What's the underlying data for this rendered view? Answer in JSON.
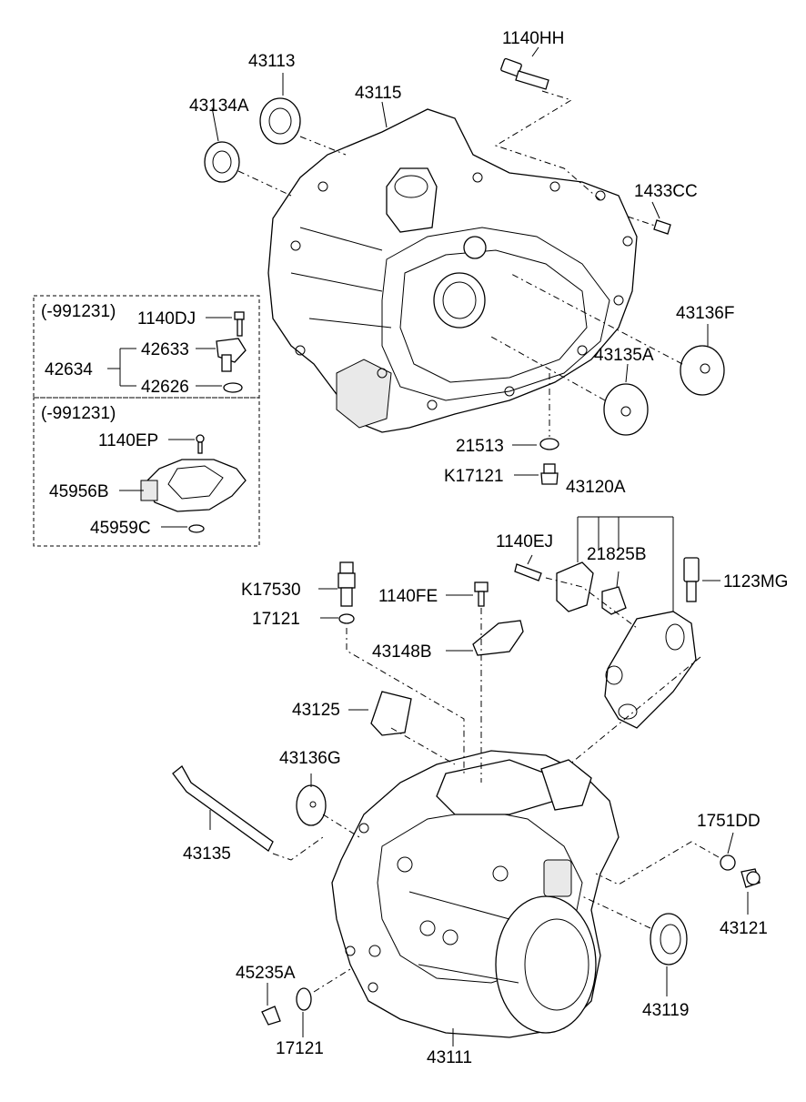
{
  "labels": {
    "p1140HH": "1140HH",
    "p43113": "43113",
    "p43115": "43115",
    "p43134A": "43134A",
    "p1433CC": "1433CC",
    "p43136F": "43136F",
    "p43135A": "43135A",
    "p21513": "21513",
    "pK17121": "K17121",
    "p43120A": "43120A",
    "p1140EJ": "1140EJ",
    "p21825B": "21825B",
    "p1123MG": "1123MG",
    "pK17530": "K17530",
    "p1140FE": "1140FE",
    "p17121_top": "17121",
    "p43148B": "43148B",
    "p43125": "43125",
    "p43136G": "43136G",
    "p43135": "43135",
    "p1751DD": "1751DD",
    "p43121": "43121",
    "p43119": "43119",
    "p45235A": "45235A",
    "p17121_bot": "17121",
    "p43111": "43111"
  },
  "box1": {
    "date": "(-991231)",
    "p1140DJ": "1140DJ",
    "p42633": "42633",
    "p42634": "42634",
    "p42626": "42626"
  },
  "box2": {
    "date": "(-991231)",
    "p1140EP": "1140EP",
    "p45956B": "45956B",
    "p45959C": "45959C"
  }
}
